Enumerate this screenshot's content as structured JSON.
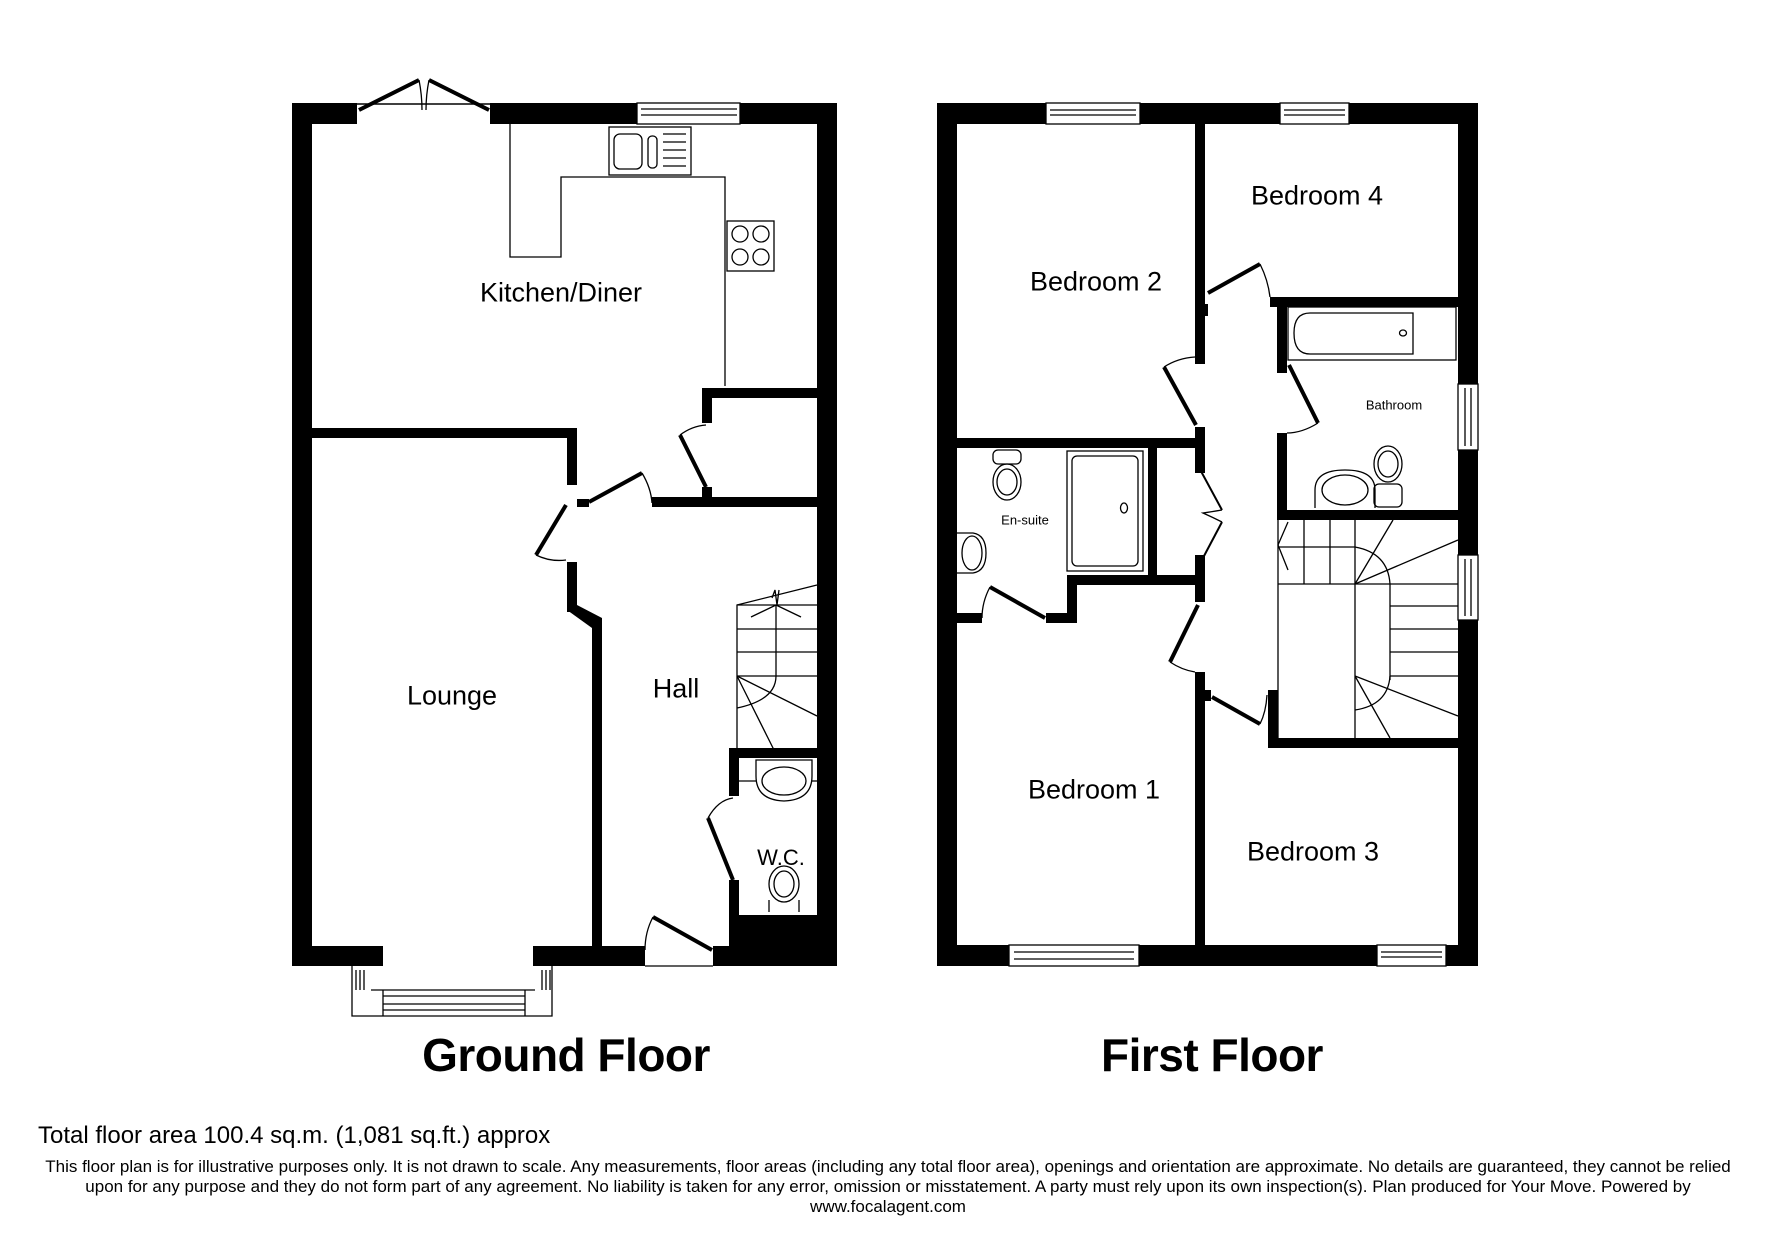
{
  "floors": [
    {
      "title": "Ground Floor",
      "rooms": [
        {
          "name": "Kitchen/Diner"
        },
        {
          "name": "Lounge"
        },
        {
          "name": "Hall"
        },
        {
          "name": "W.C."
        }
      ]
    },
    {
      "title": "First Floor",
      "rooms": [
        {
          "name": "Bedroom 2"
        },
        {
          "name": "Bedroom 4"
        },
        {
          "name": "Bathroom"
        },
        {
          "name": "En-suite"
        },
        {
          "name": "Bedroom 1"
        },
        {
          "name": "Bedroom 3"
        }
      ]
    }
  ],
  "footer": {
    "total_area": "Total floor area 100.4 sq.m. (1,081 sq.ft.) approx",
    "disclaimer": "This floor plan is for illustrative purposes only. It is not drawn to scale. Any measurements, floor areas (including any total floor area), openings and orientation are approximate. No details are guaranteed, they cannot be relied upon for any purpose and they do not form part of any agreement. No liability is taken for any error, omission or misstatement. A party must rely upon its own inspection(s).  Plan produced for Your Move. Powered by www.focalagent.com"
  },
  "colors": {
    "wall": "#000000",
    "background": "#ffffff",
    "fixture_line": "#000000"
  }
}
